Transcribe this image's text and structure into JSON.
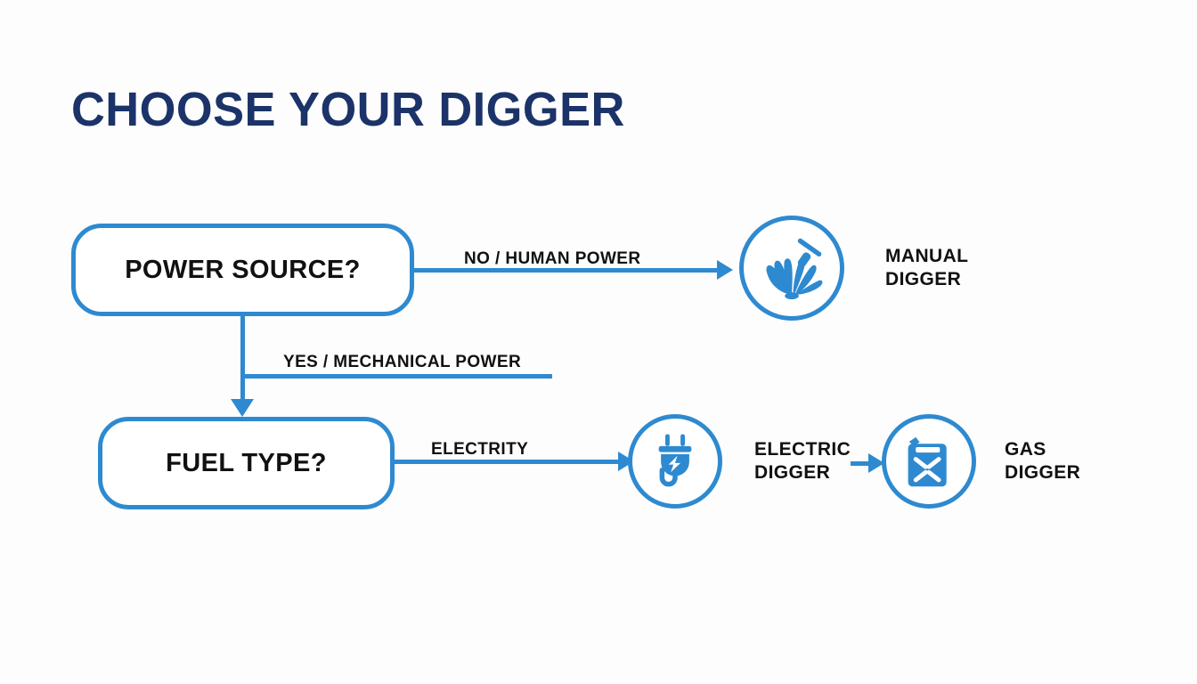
{
  "page": {
    "title": "CHOOSE YOUR DIGGER",
    "background_color": "#fdfdfd",
    "accent_color": "#2e8ad0",
    "title_color": "#1b3368",
    "text_color": "#111111"
  },
  "flow": {
    "nodes": [
      {
        "id": "power-source",
        "type": "decision",
        "label": "POWER SOURCE?"
      },
      {
        "id": "fuel-type",
        "type": "decision",
        "label": "FUEL TYPE?"
      },
      {
        "id": "manual-digger",
        "type": "outcome",
        "label": "MANUAL\nDIGGER",
        "icon": "shell-pickaxe-icon"
      },
      {
        "id": "electric-digger",
        "type": "outcome",
        "label": "ELECTRIC\nDIGGER",
        "icon": "power-plug-icon"
      },
      {
        "id": "gas-digger",
        "type": "outcome",
        "label": "GAS\nDIGGER",
        "icon": "jerry-can-icon"
      }
    ],
    "edges": [
      {
        "id": "edge-human",
        "from": "power-source",
        "to": "manual-digger",
        "label": "NO / HUMAN POWER",
        "direction": "right"
      },
      {
        "id": "edge-mechanical",
        "from": "power-source",
        "to": "fuel-type",
        "label": "YES / MECHANICAL POWER",
        "direction": "down"
      },
      {
        "id": "edge-electrity",
        "from": "fuel-type",
        "to": "electric-digger",
        "label": "ELECTRITY",
        "direction": "right"
      },
      {
        "id": "edge-gas",
        "from": "electric-digger",
        "to": "gas-digger",
        "label": "",
        "direction": "right"
      }
    ]
  }
}
